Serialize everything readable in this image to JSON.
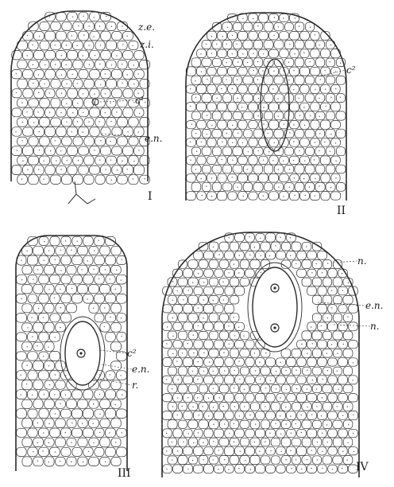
{
  "colors": {
    "ink": "#2a2a2a",
    "paper": "#ffffff",
    "dot": "#555555"
  },
  "figures": [
    {
      "numeral": "I",
      "labels": [
        "z.e.",
        "z.i.",
        "c¹",
        "e.n."
      ]
    },
    {
      "numeral": "II",
      "labels": [
        "c²"
      ]
    },
    {
      "numeral": "III",
      "labels": [
        "c²",
        "e.n.",
        "r."
      ]
    },
    {
      "numeral": "IV",
      "labels": [
        "n.",
        "e.n.",
        "n."
      ]
    }
  ]
}
